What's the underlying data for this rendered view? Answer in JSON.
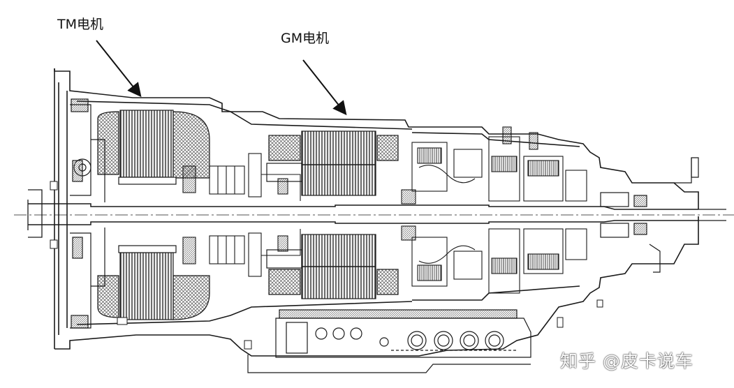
{
  "labels": {
    "tm_motor": "TM电机",
    "gm_motor": "GM电机"
  },
  "watermark": "知乎 @皮卡说车",
  "colors": {
    "line": "#1a1a1a",
    "hatch": "#555555",
    "background": "#ffffff"
  }
}
